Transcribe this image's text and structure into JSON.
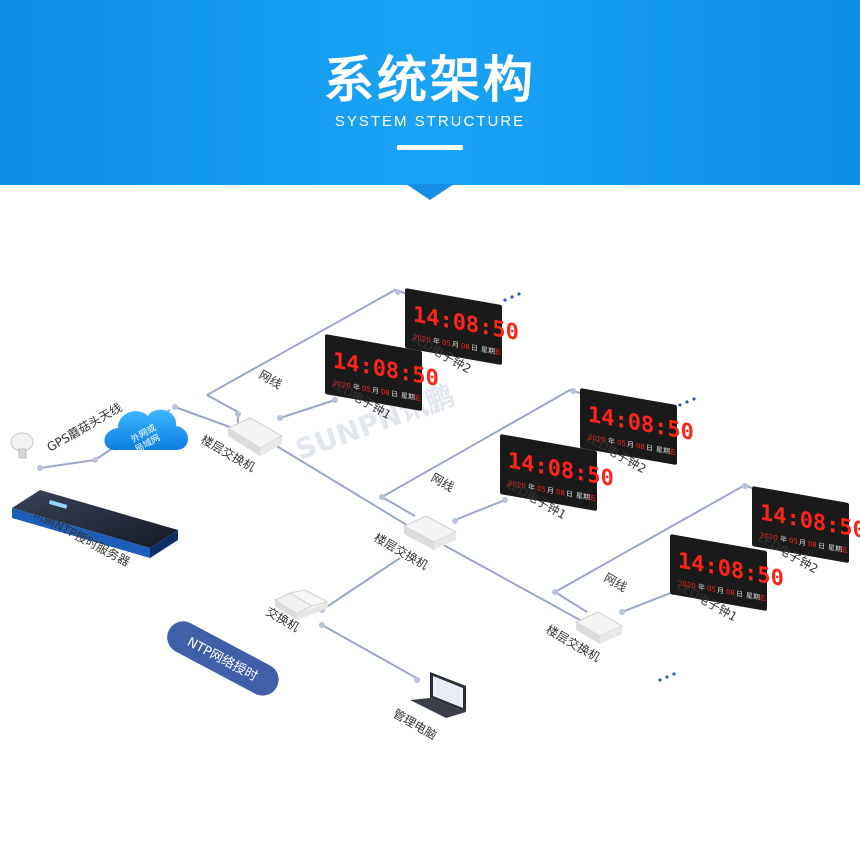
{
  "header": {
    "title": "系统架构",
    "subtitle": "SYSTEM STRUCTURE",
    "colors": {
      "background": "#1498ec",
      "text": "#ffffff"
    }
  },
  "diagram": {
    "gps_antenna_label": "GPS蘑菇头天线",
    "cloud_label_line1": "外网或",
    "cloud_label_line2": "局域网",
    "server_label": "讯鹏NTP授时服务器",
    "ntp_badge": "NTP网络授时",
    "switch_main": "交换机",
    "switch_floor": "楼层交换机",
    "cable_label": "网线",
    "computer_label": "管理电脑",
    "watermark": "SUNPN讯鹏",
    "clock_labels": {
      "clock1": "LED电子钟1",
      "clock2": "LED电子钟2"
    },
    "clock_face": {
      "time": "14:08:50",
      "year": "2020",
      "month": "05",
      "day": "08",
      "year_unit": "年",
      "month_unit": "月",
      "day_unit": "日",
      "week_label": "星期",
      "week_value": "五"
    },
    "colors": {
      "line": "#9aa8c8",
      "device": "#eeeeee",
      "led": "#ff2418",
      "badge": "#3f5fa8"
    }
  }
}
